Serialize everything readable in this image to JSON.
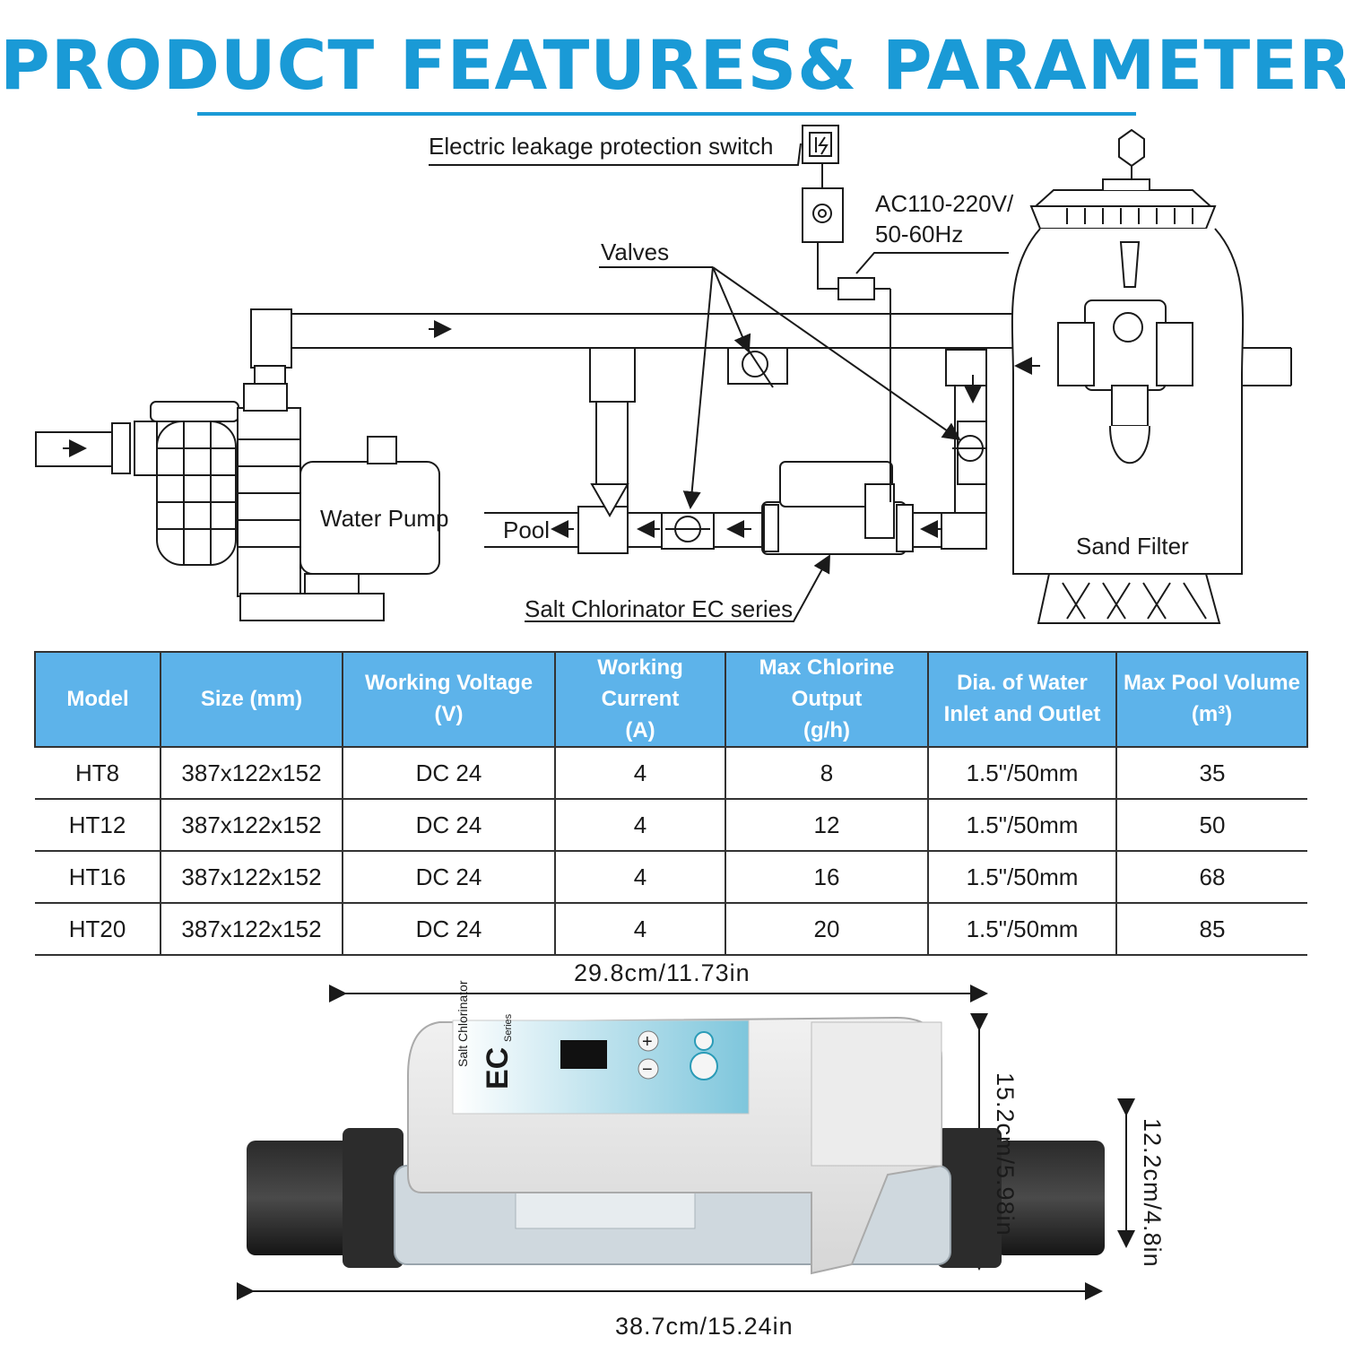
{
  "header": {
    "title": "PRODUCT FEATURES& PARAMETERS"
  },
  "diagram": {
    "labels": {
      "leakage_switch": "Electric leakage protection switch",
      "power": [
        "AC110-220V/",
        "50-60Hz"
      ],
      "valves": "Valves",
      "water_pump": "Water Pump",
      "pool": "Pool",
      "sand_filter": "Sand Filter",
      "chlorinator": "Salt Chlorinator EC series"
    }
  },
  "table": {
    "headers": [
      [
        "Model"
      ],
      [
        "Size (mm)"
      ],
      [
        "Working Voltage",
        "(V)"
      ],
      [
        "Working Current",
        "(A)"
      ],
      [
        "Max Chlorine Output",
        "(g/h)"
      ],
      [
        "Dia. of Water",
        "Inlet and Outlet"
      ],
      [
        "Max Pool Volume",
        "(m³)"
      ]
    ],
    "rows": [
      [
        "HT8",
        "387x122x152",
        "DC 24",
        "4",
        "8",
        "1.5\"/50mm",
        "35"
      ],
      [
        "HT12",
        "387x122x152",
        "DC 24",
        "4",
        "12",
        "1.5\"/50mm",
        "50"
      ],
      [
        "HT16",
        "387x122x152",
        "DC 24",
        "4",
        "16",
        "1.5\"/50mm",
        "68"
      ],
      [
        "HT20",
        "387x122x152",
        "DC 24",
        "4",
        "20",
        "1.5\"/50mm",
        "85"
      ]
    ]
  },
  "product": {
    "dimensions": {
      "body_length": "29.8cm/11.73in",
      "total_length": "38.7cm/15.24in",
      "height": "15.2cm/5.98in",
      "width": "12.2cm/4.8in"
    },
    "device_text": {
      "brand": "Salt Chlorinator",
      "series": "EC",
      "badge": "Series",
      "plus": "+",
      "minus": "−"
    }
  }
}
